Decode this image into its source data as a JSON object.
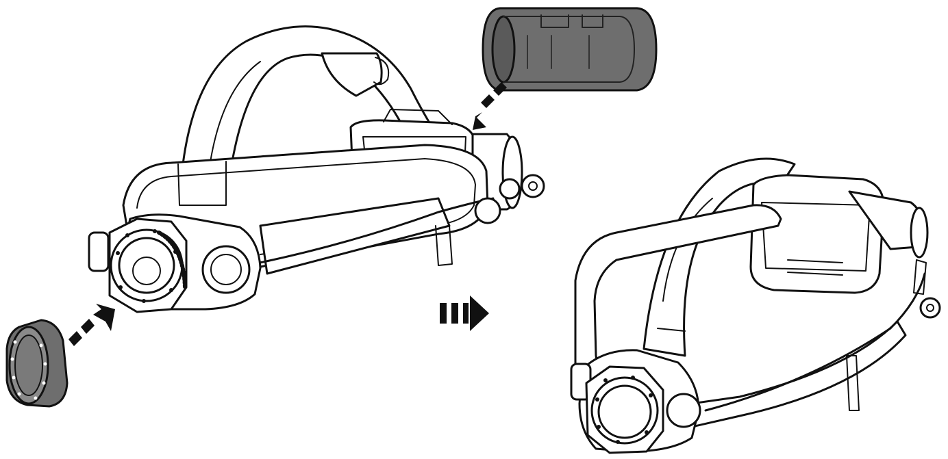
{
  "colors": {
    "line": "#111111",
    "part_gray": "#6e6e6e",
    "part_gray_dark": "#4a4a4a",
    "background": "#ffffff"
  },
  "parts": {
    "battery_pack": {
      "icon": "battery-cylinder-icon",
      "fill": "#6e6e6e"
    },
    "lens_cap": {
      "icon": "lens-cap-icon",
      "fill": "#6e6e6e"
    }
  },
  "steps": {
    "insert_battery": {
      "icon": "dashed-arrow-icon",
      "direction": "down-left"
    },
    "attach_cap": {
      "icon": "dashed-arrow-icon",
      "direction": "up-right"
    },
    "result": {
      "icon": "dashed-arrow-icon",
      "direction": "right"
    }
  }
}
